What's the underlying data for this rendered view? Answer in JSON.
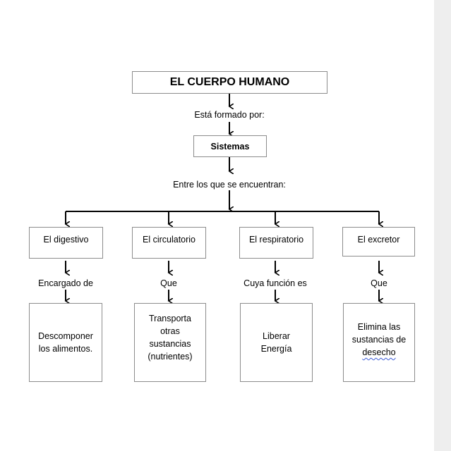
{
  "title": "EL CUERPO HUMANO",
  "connector_1": "Está formado por:",
  "sistemas": "Sistemas",
  "connector_2": "Entre los que se encuentran:",
  "systems": [
    {
      "name": "El digestivo",
      "connector": "Encargado de",
      "function_lines": [
        "Descomponer",
        "los alimentos."
      ]
    },
    {
      "name": "El circulatorio",
      "connector": "Que",
      "function_lines": [
        "Transporta",
        "otras",
        "sustancias",
        "(nutrientes)"
      ]
    },
    {
      "name": "El respiratorio",
      "connector": "Cuya función es",
      "function_lines": [
        "Liberar",
        "Energía"
      ]
    },
    {
      "name": "El excretor",
      "connector": "Que",
      "function_lines": [
        "Elimina las",
        "sustancias de",
        "desecho"
      ]
    }
  ]
}
